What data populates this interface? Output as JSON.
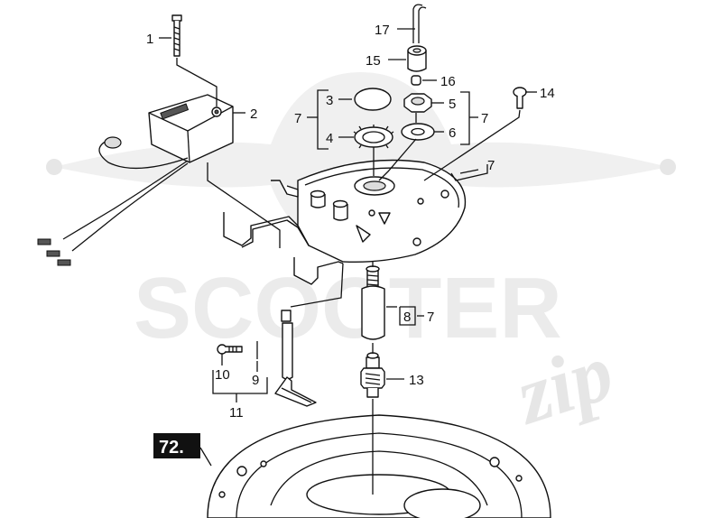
{
  "diagram_number": "72.",
  "watermark": {
    "brand": "SCOOTER",
    "script": "zip"
  },
  "callouts": {
    "c1": "1",
    "c2": "2",
    "c3": "3",
    "c4": "4",
    "c5": "5",
    "c6": "6",
    "c7a": "7",
    "c7b": "7",
    "c7c": "7",
    "c7d": "7",
    "c8": "8",
    "c9": "9",
    "c10": "10",
    "c11": "11",
    "c13": "13",
    "c14": "14",
    "c15": "15",
    "c16": "16",
    "c17": "17"
  },
  "colors": {
    "badge": "#111111",
    "line": "#111111",
    "watermark": "#ebebeb"
  }
}
